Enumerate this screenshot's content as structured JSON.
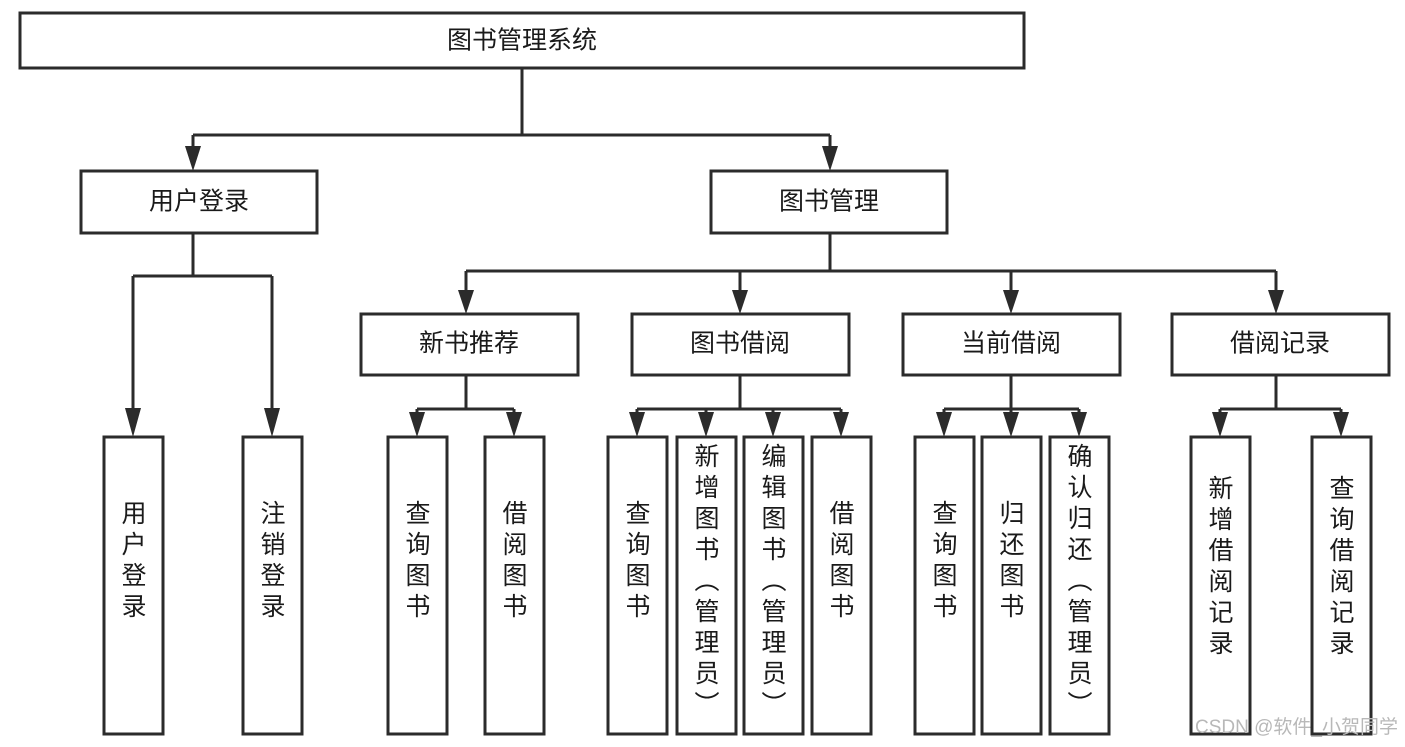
{
  "diagram": {
    "title": "图书管理系统",
    "type": "tree-hierarchy",
    "orientation": "top-down",
    "root": {
      "id": "root",
      "label": "图书管理系统",
      "level": 1,
      "text_orientation": "horizontal"
    },
    "level2": [
      {
        "id": "user-login",
        "label": "用户登录",
        "level": 2,
        "text_orientation": "horizontal"
      },
      {
        "id": "book-management",
        "label": "图书管理",
        "level": 2,
        "text_orientation": "horizontal"
      }
    ],
    "level3": [
      {
        "id": "new-book-recommend",
        "label": "新书推荐",
        "level": 3,
        "parent": "book-management",
        "text_orientation": "horizontal"
      },
      {
        "id": "book-borrow",
        "label": "图书借阅",
        "level": 3,
        "parent": "book-management",
        "text_orientation": "horizontal"
      },
      {
        "id": "current-borrow",
        "label": "当前借阅",
        "level": 3,
        "parent": "book-management",
        "text_orientation": "horizontal"
      },
      {
        "id": "borrow-record",
        "label": "借阅记录",
        "level": 3,
        "parent": "book-management",
        "text_orientation": "horizontal"
      }
    ],
    "leaves": [
      {
        "id": "leaf-user-login",
        "label": "用户登录",
        "parent": "user-login",
        "text_orientation": "vertical"
      },
      {
        "id": "leaf-user-logout",
        "label": "注销登录",
        "parent": "user-login",
        "text_orientation": "vertical"
      },
      {
        "id": "leaf-query-book-1",
        "label": "查询图书",
        "parent": "new-book-recommend",
        "text_orientation": "vertical"
      },
      {
        "id": "leaf-borrow-book-1",
        "label": "借阅图书",
        "parent": "new-book-recommend",
        "text_orientation": "vertical"
      },
      {
        "id": "leaf-query-book-2",
        "label": "查询图书",
        "parent": "book-borrow",
        "text_orientation": "vertical"
      },
      {
        "id": "leaf-add-book",
        "label": "新增图书（管理员）",
        "parent": "book-borrow",
        "text_orientation": "vertical"
      },
      {
        "id": "leaf-edit-book",
        "label": "编辑图书（管理员）",
        "parent": "book-borrow",
        "text_orientation": "vertical"
      },
      {
        "id": "leaf-borrow-book-2",
        "label": "借阅图书",
        "parent": "book-borrow",
        "text_orientation": "vertical"
      },
      {
        "id": "leaf-query-book-3",
        "label": "查询图书",
        "parent": "current-borrow",
        "text_orientation": "vertical"
      },
      {
        "id": "leaf-return-book",
        "label": "归还图书",
        "parent": "current-borrow",
        "text_orientation": "vertical"
      },
      {
        "id": "leaf-confirm-return",
        "label": "确认归还（管理员）",
        "parent": "current-borrow",
        "text_orientation": "vertical"
      },
      {
        "id": "leaf-add-record",
        "label": "新增借阅记录",
        "parent": "borrow-record",
        "text_orientation": "vertical"
      },
      {
        "id": "leaf-query-record",
        "label": "查询借阅记录",
        "parent": "borrow-record",
        "text_orientation": "vertical"
      }
    ],
    "colors": {
      "background": "#ffffff",
      "box_fill": "#ffffff",
      "box_stroke": "#2b2b2b",
      "connector": "#2b2b2b",
      "text": "#1a1a1a",
      "watermark": "#b8b8b8"
    }
  },
  "watermark": {
    "text": "CSDN @软件_小贺同学"
  }
}
